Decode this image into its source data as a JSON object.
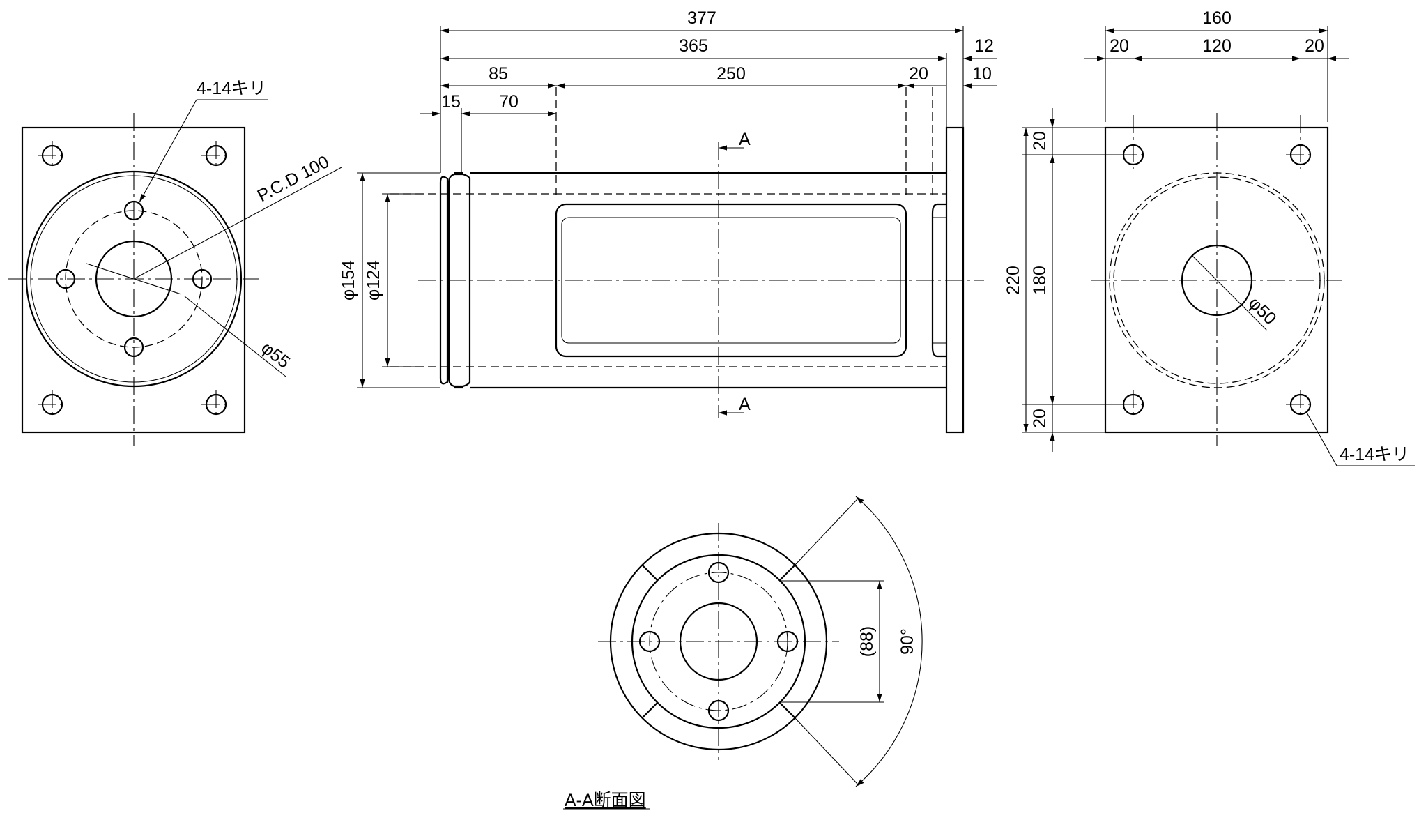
{
  "front_view": {
    "hole_note": "4-14キリ",
    "pcd": "P.C.D 100",
    "bore": "φ55"
  },
  "side_view": {
    "dims": {
      "overall": "377",
      "body": "365",
      "flange_total": "12",
      "d85": "85",
      "d250": "250",
      "d20": "20",
      "flange": "10",
      "d15": "15",
      "d70": "70",
      "outer_dia": "φ154",
      "inner_dia": "φ124"
    },
    "section_mark_top": "A",
    "section_mark_bottom": "A"
  },
  "rear_view": {
    "dims": {
      "width": "160",
      "left_edge": "20",
      "pitch": "120",
      "right_edge": "20",
      "height": "220",
      "vpitch": "180",
      "top_edge": "20",
      "bottom_edge": "20"
    },
    "bore": "φ50",
    "hole_note": "4-14キリ"
  },
  "section_view": {
    "title": "A-A断面図",
    "chord": "(88)",
    "angle": "90°"
  }
}
